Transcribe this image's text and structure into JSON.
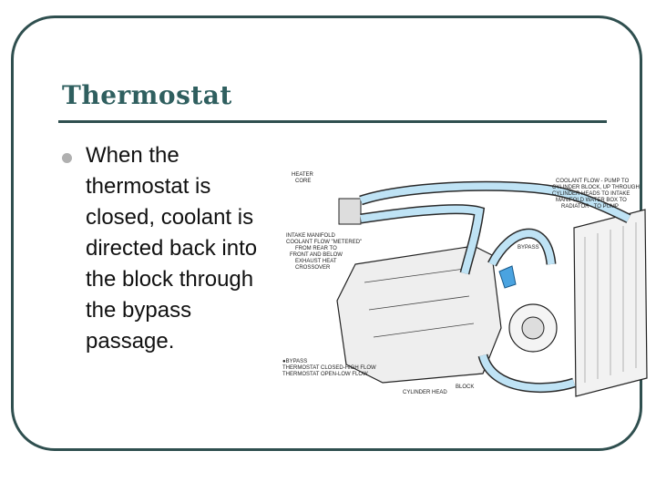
{
  "slide": {
    "title": "Thermostat",
    "bullet": "When the thermostat is closed, coolant is directed back into the block through the bypass passage."
  },
  "figure": {
    "labels": {
      "heater_core": [
        "HEATER",
        "CORE"
      ],
      "intake": [
        "INTAKE MANIFOLD",
        "COOLANT FLOW \"METERED\"",
        "FROM REAR TO",
        "FRONT AND BELOW",
        "EXHAUST HEAT",
        "CROSSOVER"
      ],
      "coolant_flow": [
        "COOLANT FLOW - PUMP TO",
        "CYLINDER BLOCK, UP THROUGH",
        "CYLINDER HEADS TO INTAKE",
        "MANIFOLD WATER BOX TO",
        "RADIATOR - TO PUMP"
      ],
      "bypass": "BYPASS",
      "legend": [
        "●BYPASS",
        "THERMOSTAT CLOSED-HIGH FLOW",
        "THERMOSTAT OPEN-LOW FLOW"
      ],
      "cylinder_head": "CYLINDER HEAD",
      "block": "BLOCK"
    }
  }
}
